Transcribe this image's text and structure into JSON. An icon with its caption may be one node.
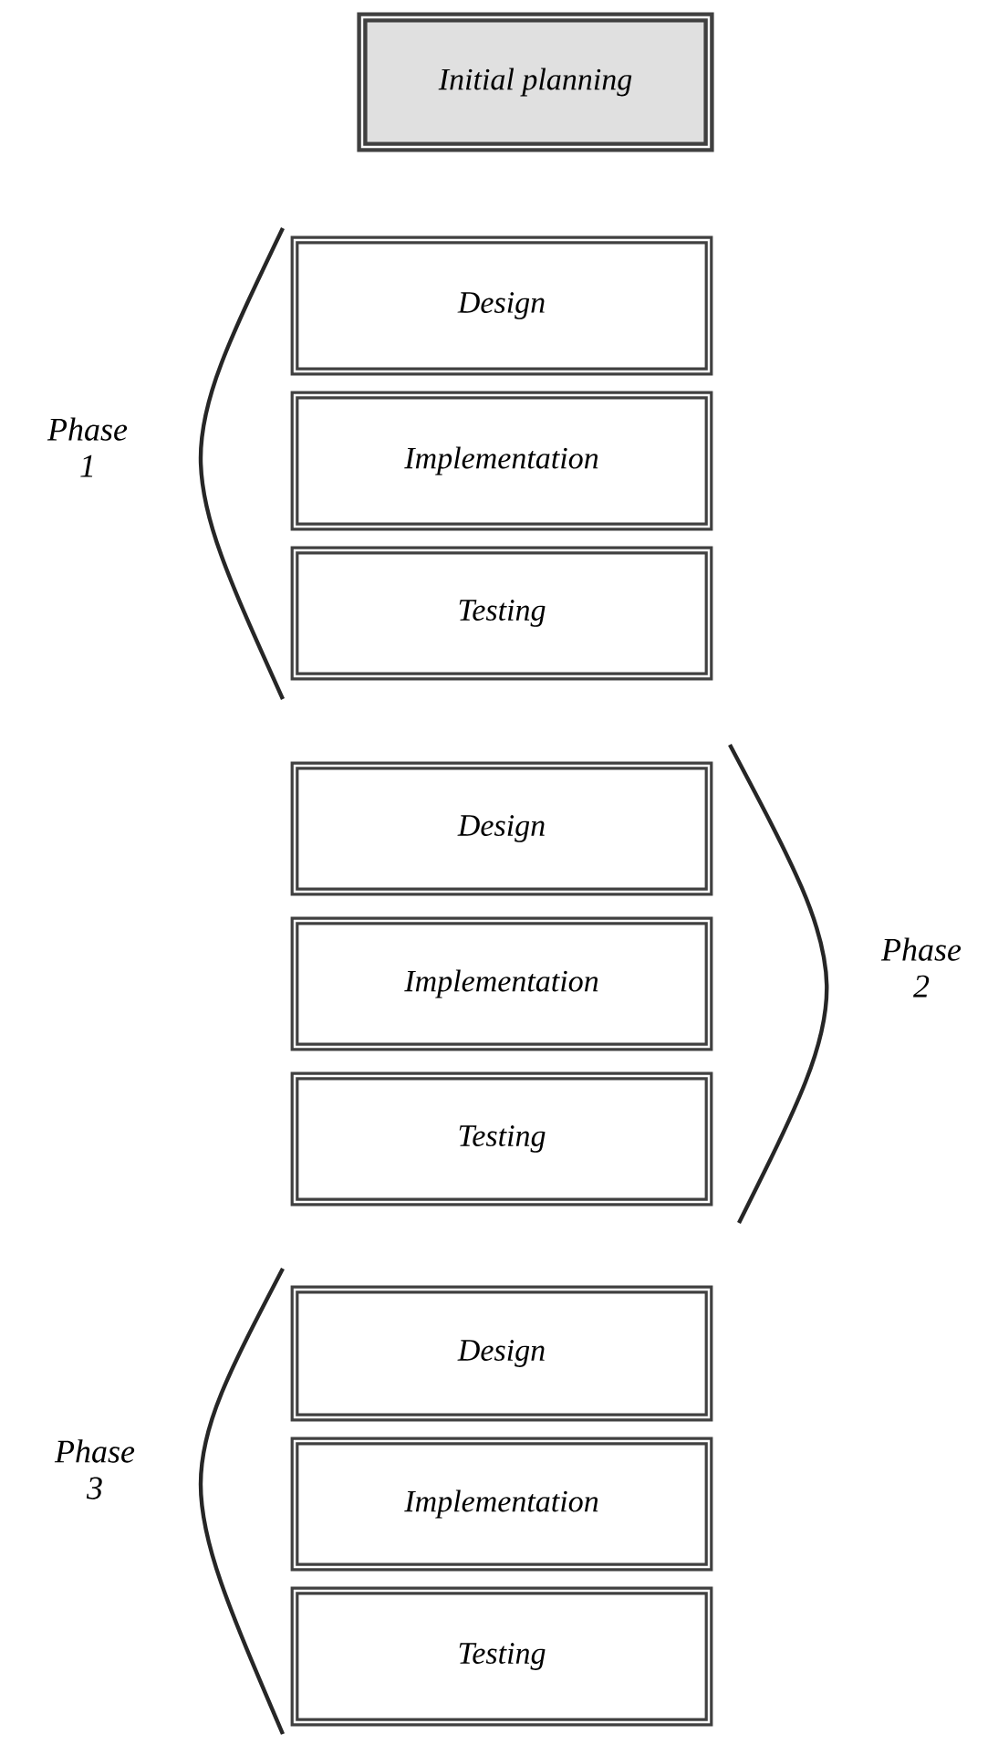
{
  "diagram": {
    "nodes": [
      {
        "text": [
          "Initial planning"
        ]
      },
      {
        "text": [
          "Design"
        ]
      },
      {
        "text": [
          "Implementation"
        ]
      },
      {
        "text": [
          "Testing"
        ]
      },
      {
        "text": [
          "Design"
        ]
      },
      {
        "text": [
          "Implementation"
        ]
      },
      {
        "text": [
          "Testing"
        ]
      },
      {
        "text": [
          "Design"
        ]
      },
      {
        "text": [
          "Implementation"
        ]
      },
      {
        "text": [
          "Testing"
        ]
      }
    ],
    "labels": [
      "Phase 1",
      "Phase 2",
      "Phase 3"
    ]
  }
}
